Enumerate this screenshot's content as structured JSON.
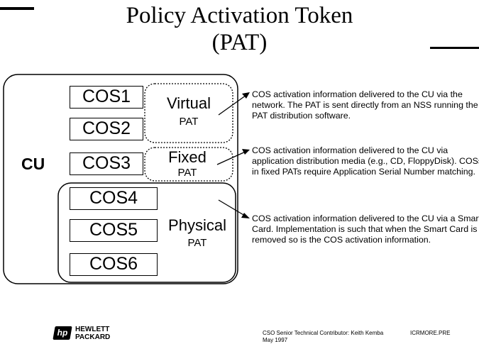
{
  "title": {
    "line1": "Policy Activation Token",
    "line2": "(PAT)"
  },
  "cu_label": "CU",
  "cos_boxes": [
    "COS1",
    "COS2",
    "COS3",
    "COS4",
    "COS5",
    "COS6"
  ],
  "pats": [
    {
      "name": "Virtual",
      "sub": "PAT",
      "description": "COS activation information delivered to the CU via the network.  The PAT is sent directly from an NSS running the PAT distribution software."
    },
    {
      "name": "Fixed",
      "sub": "PAT",
      "description": "COS activation information delivered to the CU via application distribution media (e.g., CD, FloppyDisk).  COSs in fixed PATs require Application Serial Number matching."
    },
    {
      "name": "Physical",
      "sub": "PAT",
      "description": "COS activation information delivered to the CU via a Smart Card.  Implementation is such that when the Smart Card is removed so is the COS activation information."
    }
  ],
  "footer": {
    "logo_mark": "hp",
    "company_line1": "HEWLETT",
    "company_line2": "PACKARD",
    "contributor": "CSO Senior Technical Contributor: Keith Kemba",
    "date": "May 1997",
    "code": "ICRMORE.PRE"
  }
}
